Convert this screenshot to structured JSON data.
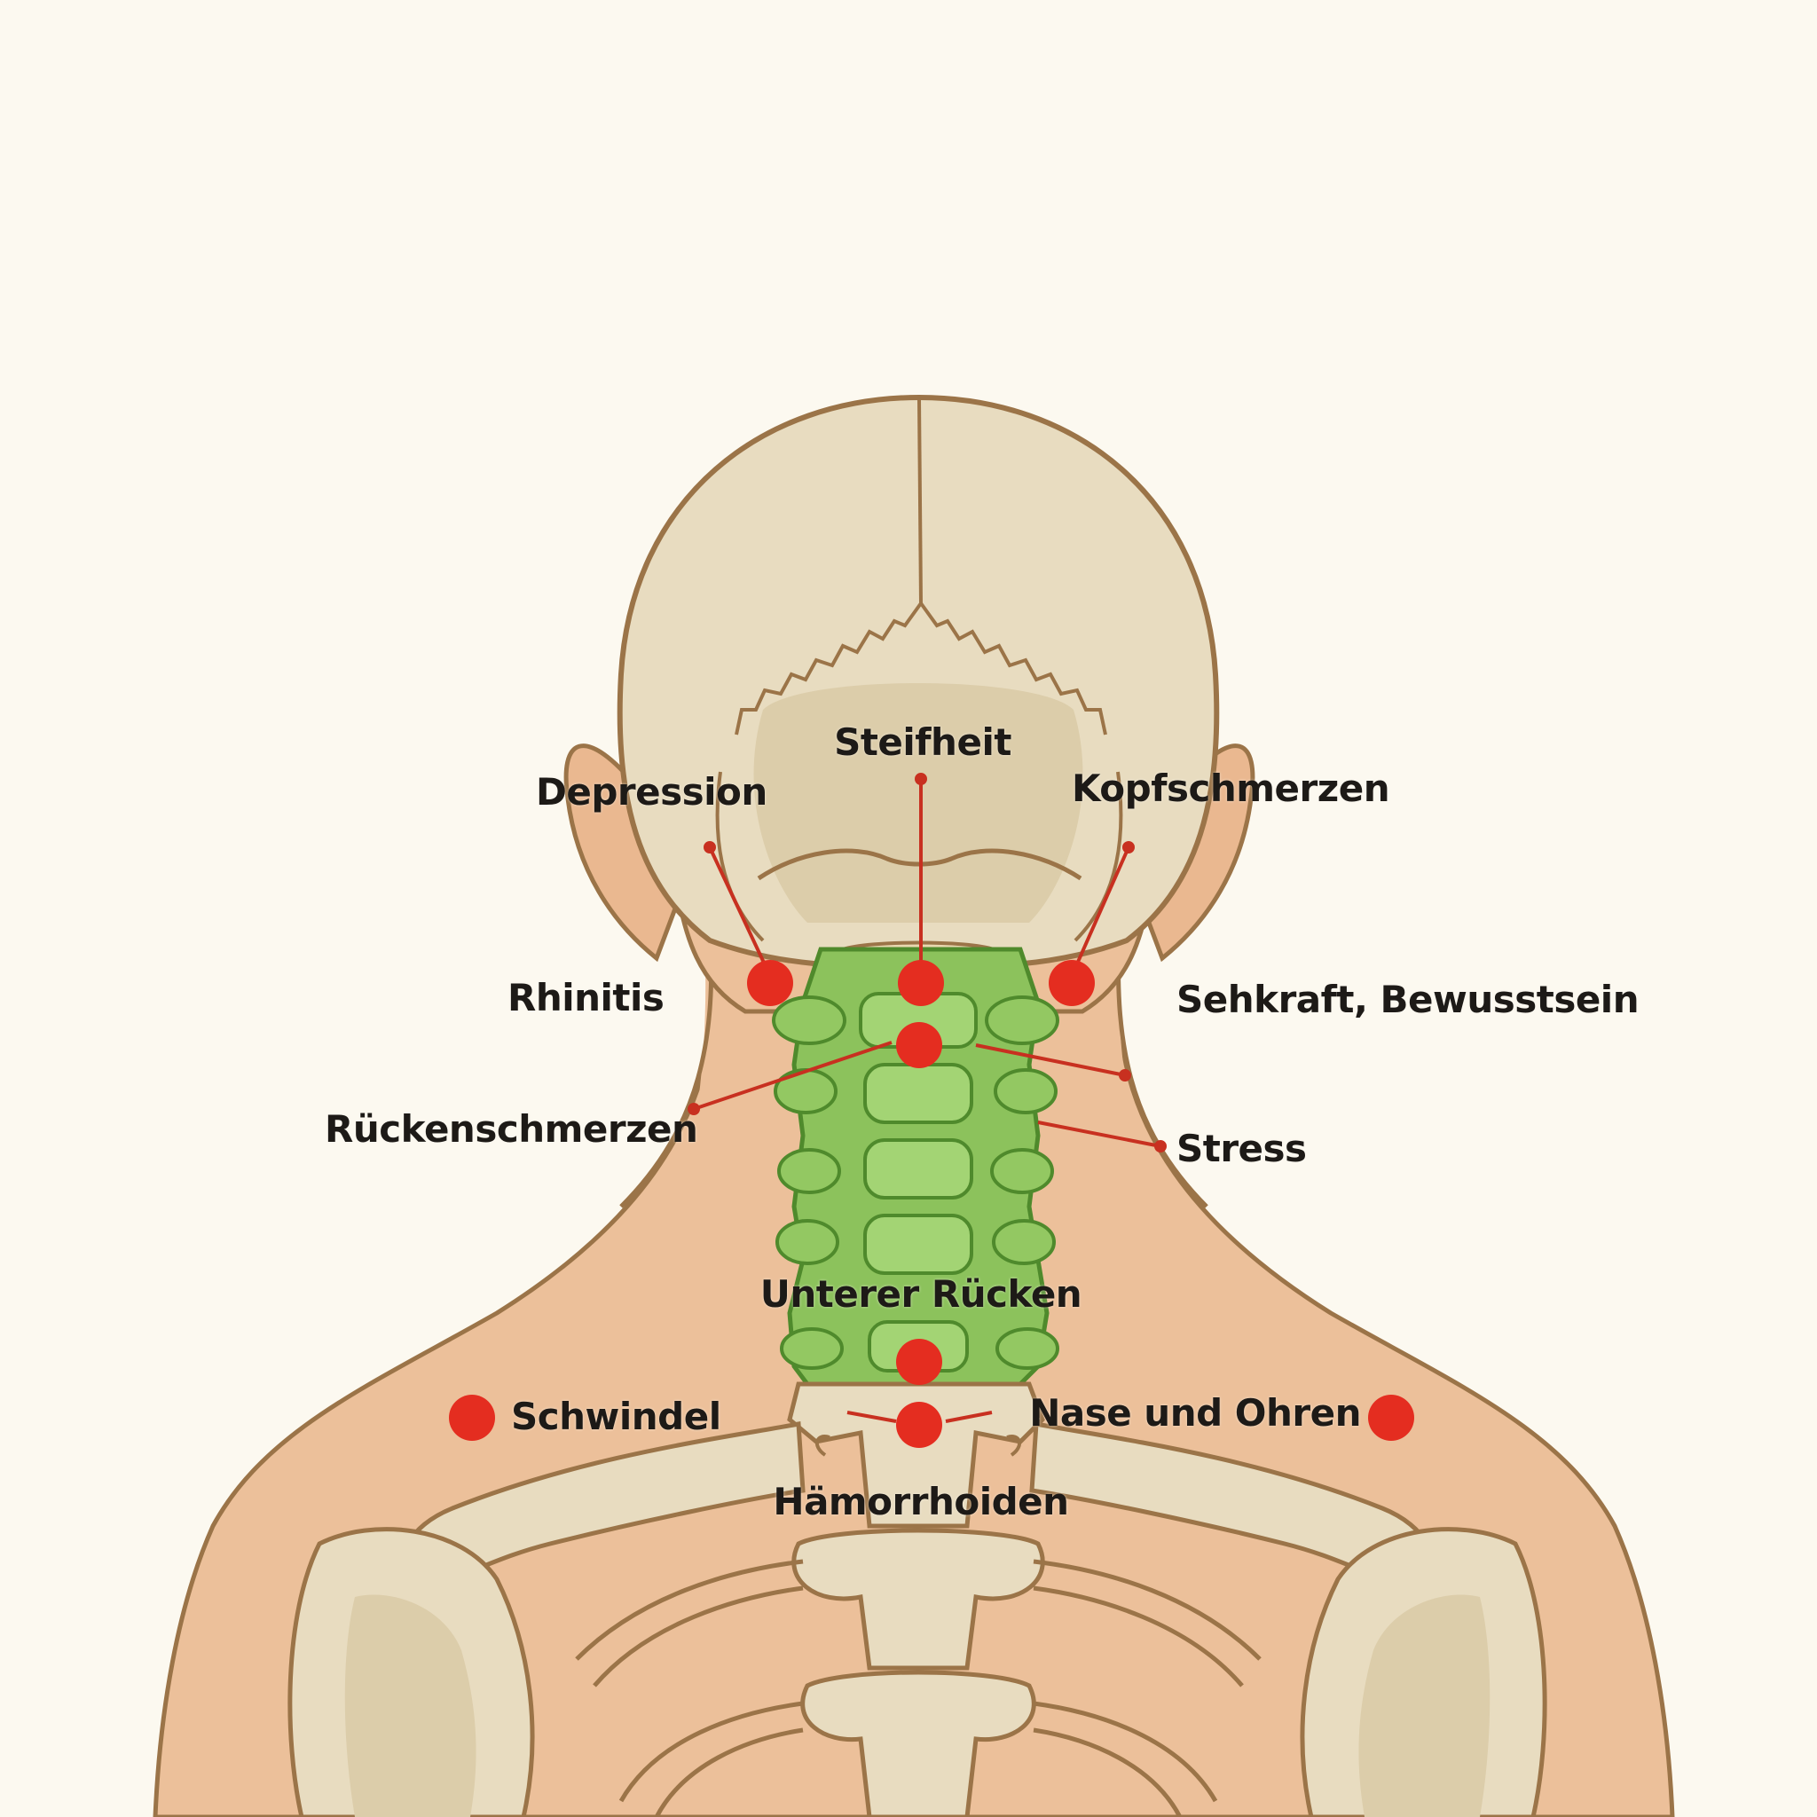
{
  "colors": {
    "background": "#fcf9f0",
    "skin": "#ecc09a",
    "skin_shadow": "#e0a880",
    "bone": "#e8dcc0",
    "bone_shade": "#d8c8a4",
    "outline": "#9b7448",
    "spine_highlight": "#8cc25c",
    "spine_outline": "#4f8a2c",
    "marker": "#e42d20",
    "leader": "#c83020",
    "text": "#1d1a17"
  },
  "labels": {
    "steifheit": "Steifheit",
    "depression": "Depression",
    "kopfschmerzen": "Kopfschmerzen",
    "rhinitis": "Rhinitis",
    "sehkraft": "Sehkraft, Bewusstsein",
    "rueckenschmerzen": "Rückenschmerzen",
    "stress": "Stress",
    "unterer_ruecken": "Unterer Rücken",
    "schwindel": "Schwindel",
    "nase_ohren": "Nase und Ohren",
    "haemorrhoiden": "Hämorrhoiden"
  }
}
